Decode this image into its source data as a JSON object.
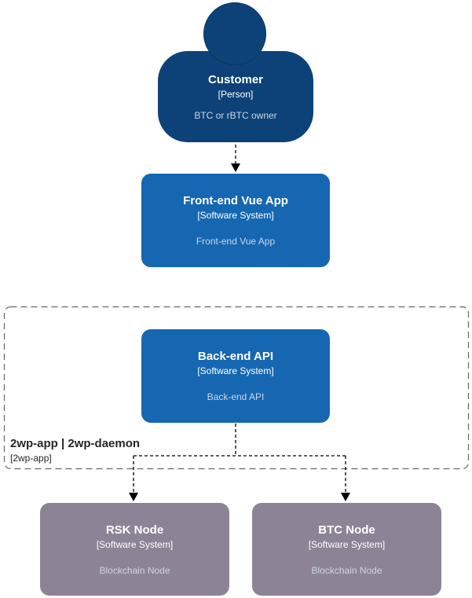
{
  "colors": {
    "background": "#ffffff",
    "person_fill": "#0d4278",
    "person_stroke": "#0a3561",
    "system_fill": "#1667b1",
    "external_fill": "#8c8496",
    "node_text": "#ffffff",
    "muted_text": "#cdd5e0",
    "boundary_stroke": "#666666",
    "boundary_text": "#262626",
    "connector": "#000000"
  },
  "nodes": {
    "customer": {
      "title": "Customer",
      "meta": "[Person]",
      "description": "BTC or rBTC owner"
    },
    "frontend": {
      "title": "Front-end Vue App",
      "meta": "[Software System]",
      "description": "Front-end Vue App"
    },
    "backend": {
      "title": "Back-end API",
      "meta": "[Software System]",
      "description": "Back-end API"
    },
    "rsk_node": {
      "title": "RSK Node",
      "meta": "[Software System]",
      "description": "Blockchain Node"
    },
    "btc_node": {
      "title": "BTC Node",
      "meta": "[Software System]",
      "description": "Blockchain Node"
    }
  },
  "boundary": {
    "title": "2wp-app | 2wp-daemon",
    "meta": "[2wp-app]"
  }
}
